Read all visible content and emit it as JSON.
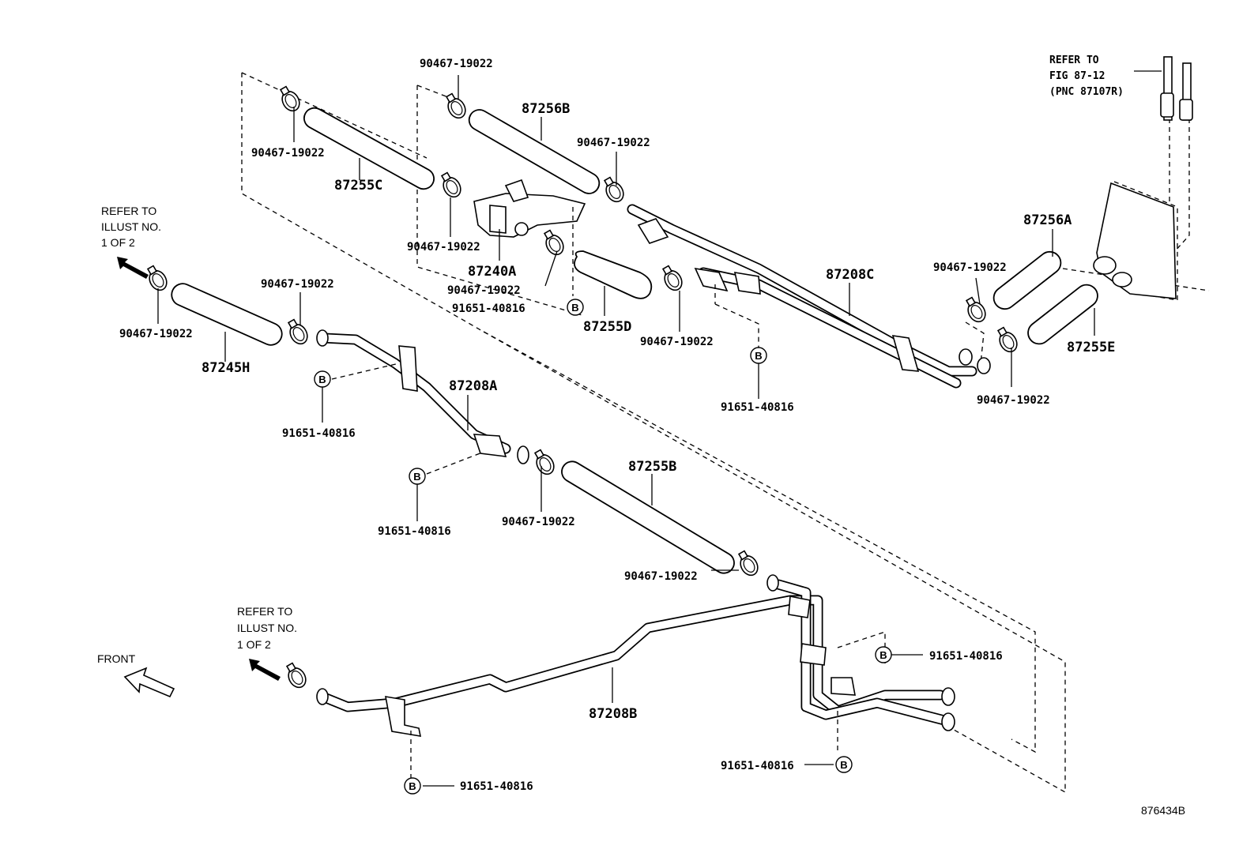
{
  "diagram": {
    "figure_code": "876434B",
    "front_label": "FRONT",
    "notes": {
      "refer_left_top": [
        "REFER TO",
        "ILLUST NO.",
        "1 OF 2"
      ],
      "refer_left_bottom": [
        "REFER TO",
        "ILLUST NO.",
        "1 OF 2"
      ],
      "refer_fig": [
        "REFER TO",
        "FIG 87-12",
        "(PNC 87107R)"
      ]
    },
    "bolt_symbol": "B",
    "parts": {
      "hose_87256B": "87256B",
      "hose_87255C": "87255C",
      "valve_87240A": "87240A",
      "hose_87255D": "87255D",
      "pipe_87208C": "87208C",
      "hose_87256A": "87256A",
      "hose_87255E": "87255E",
      "hose_87245H": "87245H",
      "pipe_87208A": "87208A",
      "hose_87255B": "87255B",
      "pipe_87208B": "87208B"
    },
    "clamp_part_no": "90467-19022",
    "bolt_part_no": "91651-40816"
  }
}
